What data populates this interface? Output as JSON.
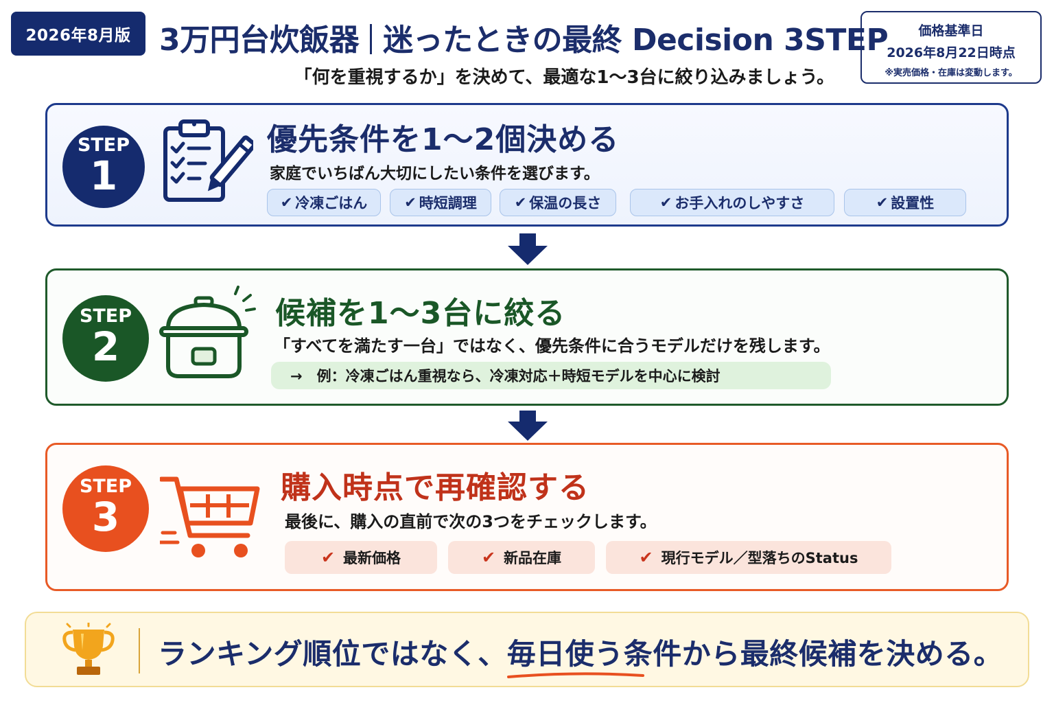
{
  "header": {
    "edition_label": "2026年8月版",
    "title_part1": "3万円台炊飯器",
    "title_part2": "迷ったときの最終 Decision 3STEP",
    "subtitle": "「何を重視するか」を決めて、最適な1〜3台に絞り込みましょう。",
    "price_box": {
      "label": "価格基準日",
      "date": "2026年8月22日時点",
      "note": "※実売価格・在庫は変動します。"
    }
  },
  "steps": [
    {
      "badge_label": "STEP",
      "number": "1",
      "heading": "優先条件を1〜2個決める",
      "description": "家庭でいちばん大切にしたい条件を選びます。",
      "icon": "clipboard-checklist-icon",
      "chips": [
        "冷凍ごはん",
        "時短調理",
        "保温の長さ",
        "お手入れのしやすさ",
        "設置性"
      ]
    },
    {
      "badge_label": "STEP",
      "number": "2",
      "heading": "候補を1〜3台に絞る",
      "description": "「すべてを満たす一台」ではなく、優先条件に合うモデルだけを残します。",
      "icon": "rice-cooker-icon",
      "example": "→　例：冷凍ごはん重視なら、冷凍対応＋時短モデルを中心に検討"
    },
    {
      "badge_label": "STEP",
      "number": "3",
      "heading": "購入時点で再確認する",
      "description": "最後に、購入の直前で次の3つをチェックします。",
      "icon": "shopping-cart-icon",
      "chips": [
        "最新価格",
        "新品在庫",
        "現行モデル／型落ちのStatus"
      ]
    }
  ],
  "banner": {
    "icon": "trophy-icon",
    "text_before": "ランキング順位ではなく、",
    "text_emphasis": "毎日使う条件",
    "text_after": "から最終候補を決める。"
  },
  "colors": {
    "navy": "#152b6e",
    "green": "#1a5727",
    "orange": "#e8501f",
    "step3_heading": "#c0321a",
    "banner_bg": "#fff8e3"
  }
}
